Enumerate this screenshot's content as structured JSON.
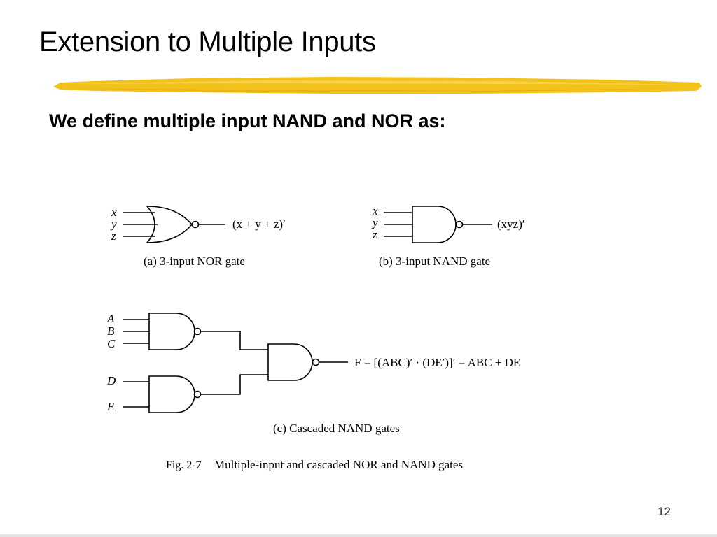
{
  "slide": {
    "title": "Extension to Multiple Inputs",
    "subtitle": "We define multiple input NAND and NOR as:",
    "page_number": "12",
    "accent_color": "#f2c21b"
  },
  "figure": {
    "nor_gate": {
      "inputs": [
        "x",
        "y",
        "z"
      ],
      "output": "(x + y + z)′",
      "caption": "(a) 3-input NOR gate"
    },
    "nand_gate": {
      "inputs": [
        "x",
        "y",
        "z"
      ],
      "output": "(xyz)′",
      "caption": "(b) 3-input NAND gate"
    },
    "cascade": {
      "inputs": [
        "A",
        "B",
        "C",
        "D",
        "E"
      ],
      "output": "F = [(ABC)′ · (DE′)]′ = ABC + DE",
      "caption": "(c) Cascaded NAND gates"
    },
    "fig_label": "Fig. 2-7",
    "fig_caption": "Multiple-input and cascaded NOR and NAND gates"
  }
}
